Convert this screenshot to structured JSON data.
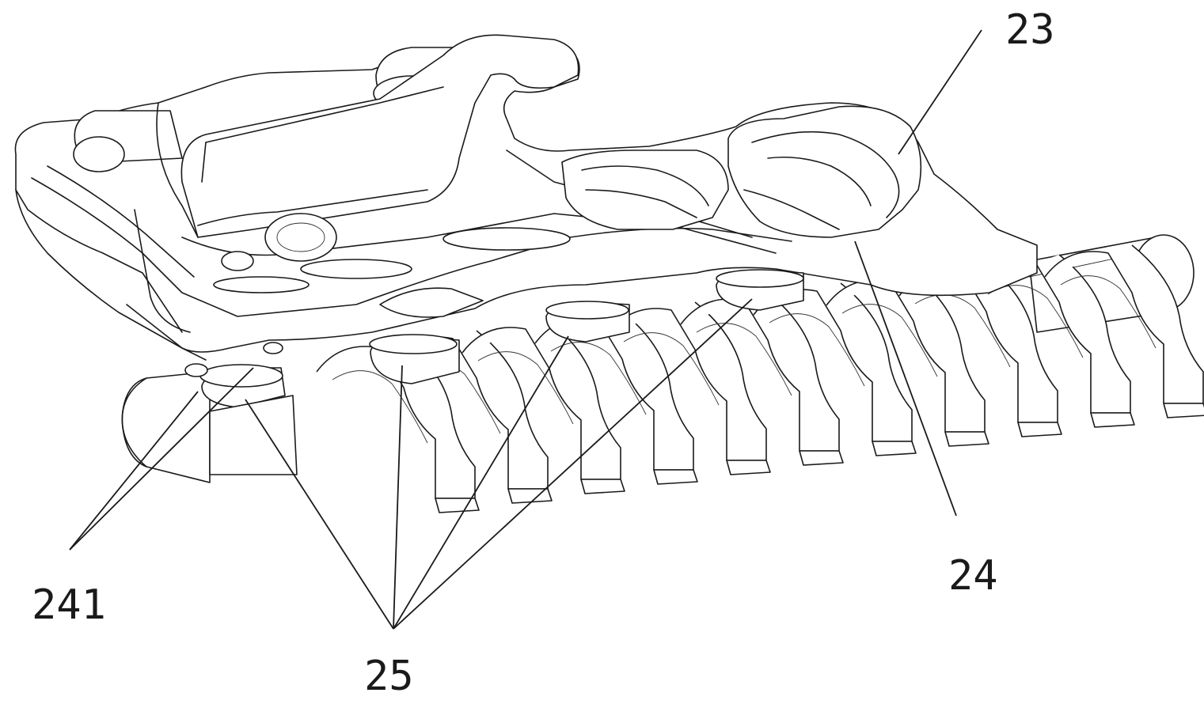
{
  "labels": {
    "label_23": "23",
    "label_24": "24",
    "label_241": "241",
    "label_25": "25"
  }
}
